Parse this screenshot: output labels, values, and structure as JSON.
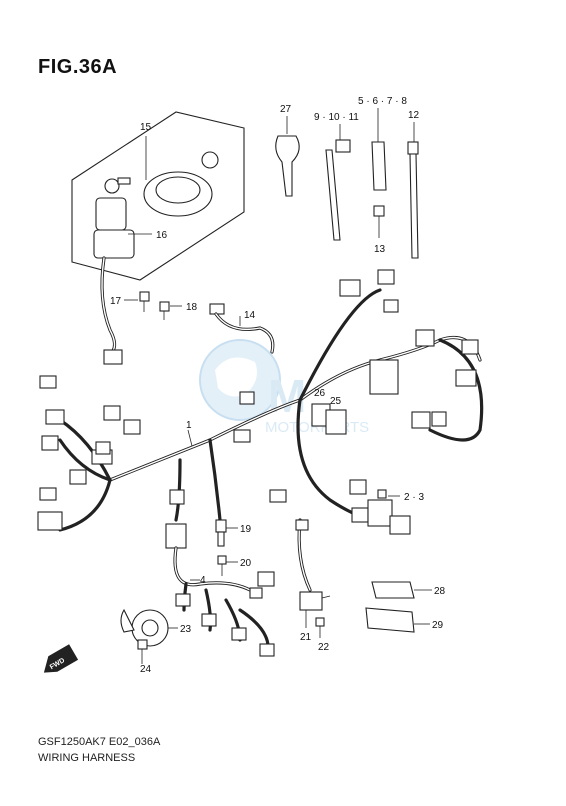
{
  "figure": {
    "title": "FIG.36A",
    "code": "GSF1250AK7 E02_036A",
    "name": "WIRING HARNESS"
  },
  "watermark": {
    "text": "MOTORPARTS",
    "color": "#bcd9ee"
  },
  "icons": {
    "direction_arrow": "FWD"
  },
  "callouts": {
    "c1": "1",
    "c2_3": "2 · 3",
    "c4": "4",
    "c5_8": "5 · 6 · 7 · 8",
    "c9_11": "9 · 10 · 11",
    "c12": "12",
    "c13": "13",
    "c14": "14",
    "c15": "15",
    "c16": "16",
    "c17": "17",
    "c18": "18",
    "c19": "19",
    "c20": "20",
    "c21": "21",
    "c22": "22",
    "c23": "23",
    "c24": "24",
    "c25": "25",
    "c26": "26",
    "c27": "27",
    "c28": "28",
    "c29": "29"
  }
}
